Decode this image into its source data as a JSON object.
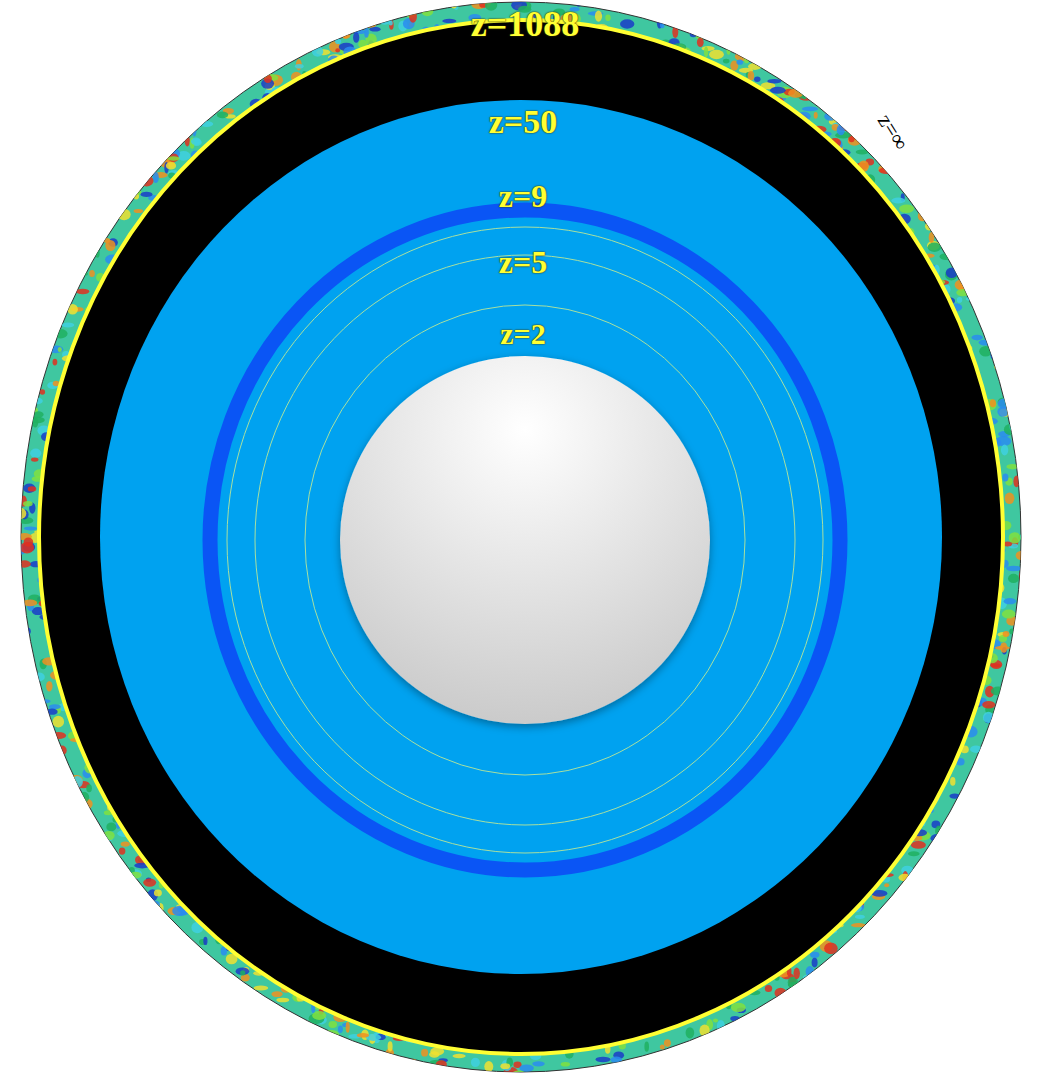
{
  "diagram": {
    "labels": [
      "z=1088",
      "z=50",
      "z=9",
      "z=5",
      "z=2",
      "z=∞"
    ]
  }
}
